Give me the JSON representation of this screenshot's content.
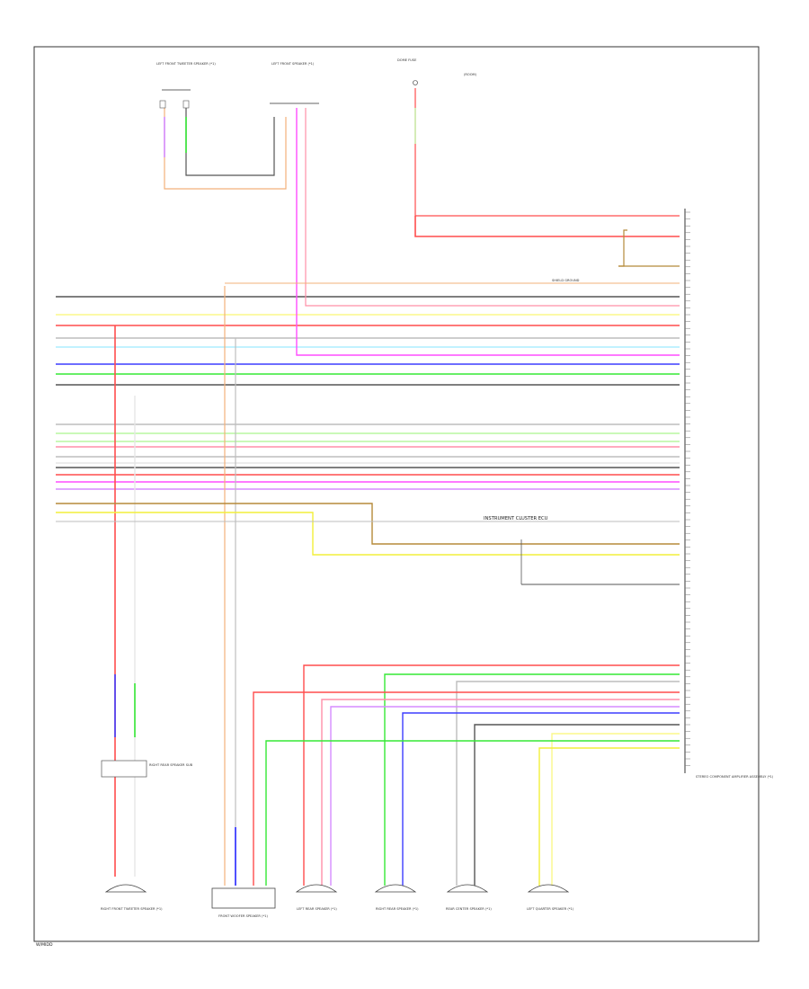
{
  "colors": {
    "red": "#ff4d4d",
    "pink": "#ff8fa8",
    "magenta": "#ff4dff",
    "violet": "#d58cff",
    "yellow": "#f2ef3a",
    "lightyellow": "#fbf88a",
    "orange": "#f2b07a",
    "blue": "#3d3dff",
    "lightblue": "#aeeeff",
    "green": "#35e835",
    "lightgreen": "#b9f7a0",
    "gray": "#555555",
    "lightgray": "#bdbdbd",
    "brown": "#b58a3a",
    "white": "#e6e6e6"
  },
  "labels": {
    "bottom_left": "W/MIDD",
    "top_left_component": "LEFT FRONT TWEETER SPEAKER (*1)",
    "top_mid_component": "LEFT FRONT SPEAKER (*1)",
    "top_right_fuse": "DOME FUSE",
    "top_right_note": "(ROOM)",
    "shield_label": "SHIELD GROUND",
    "cluster_label": "INSTRUMENT CLUSTER ECU",
    "amp_label": "STEREO COMPONENT AMPLIFIER ASSEMBLY (*1)",
    "bl_speaker": "RIGHT FRONT TWEETER SPEAKER (*1)",
    "bl2_speaker": "FRONT WOOFER SPEAKER (*1)",
    "bm_speaker": "LEFT REAR SPEAKER (*1)",
    "bm2_speaker": "RIGHT REAR SPEAKER (*1)",
    "br_speaker": "REAR CENTER SPEAKER (*1)",
    "br2_speaker": "LEFT QUARTER SPEAKER (*1)",
    "dist_box": "RIGHT REAR SPEAKER SUB"
  }
}
